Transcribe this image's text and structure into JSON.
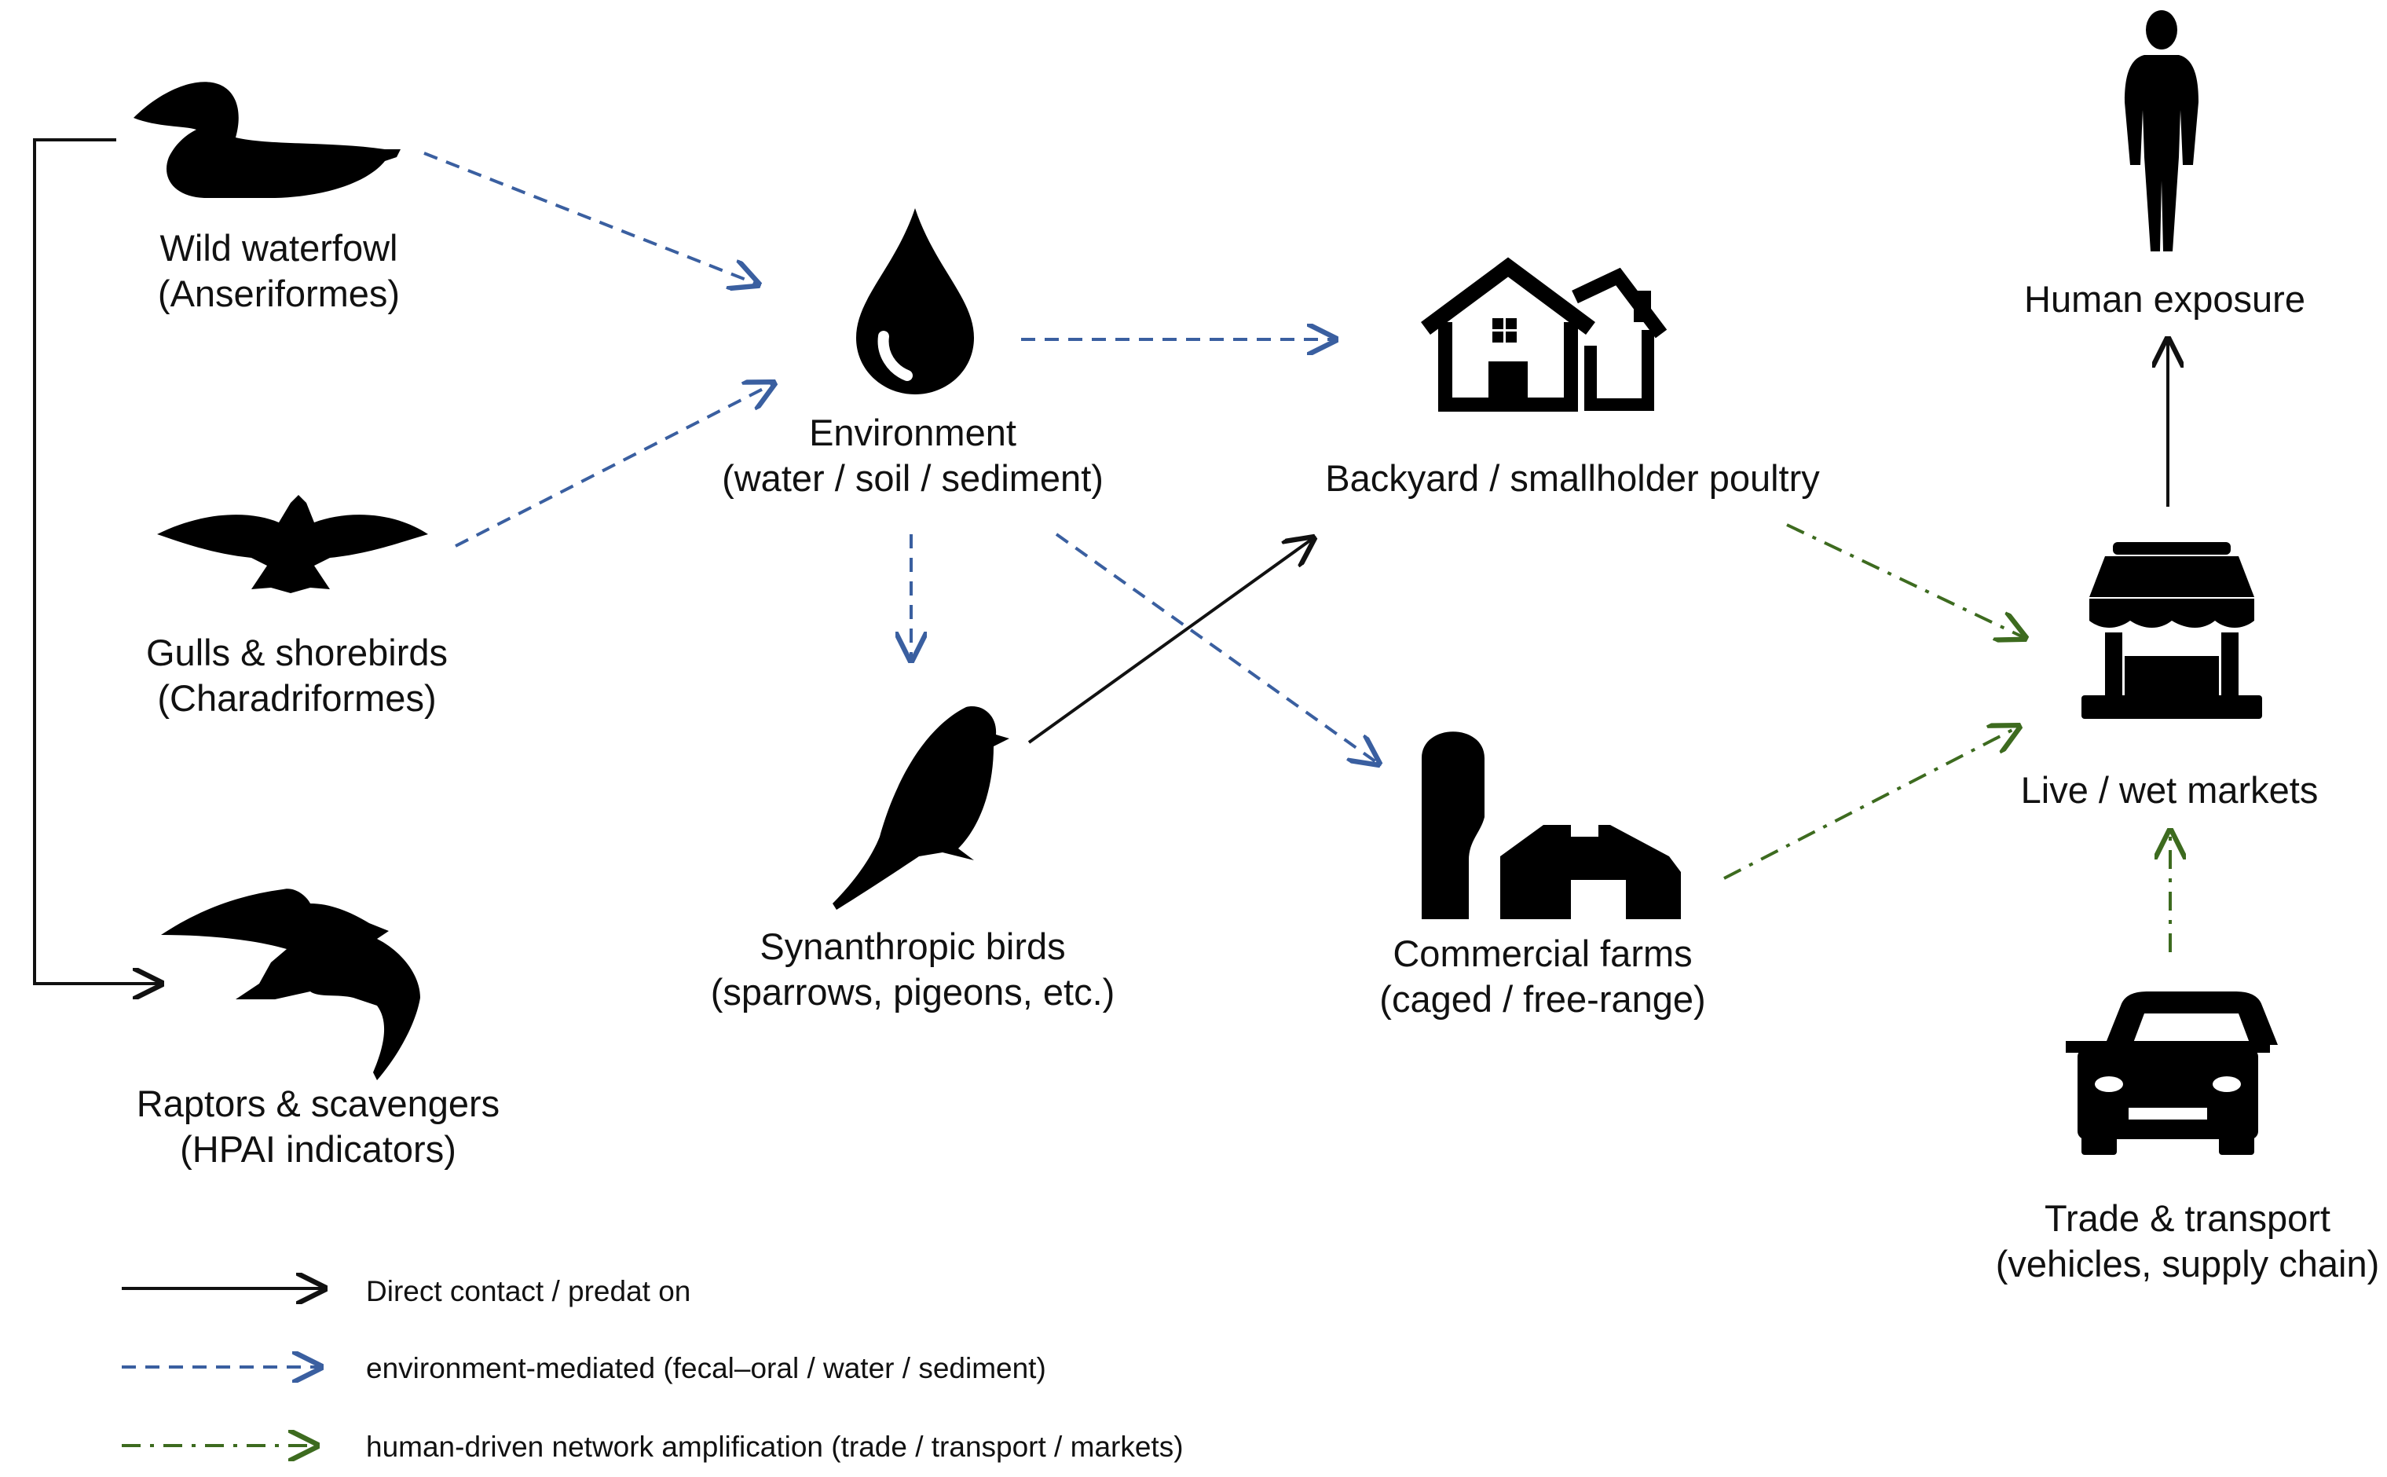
{
  "nodes": {
    "wild_waterfowl": {
      "line1": "Wild waterfowl",
      "line2": "(Anseriformes)",
      "icon": "duck-icon"
    },
    "gulls": {
      "line1": "Gulls & shorebirds",
      "line2": "(Charadriformes)",
      "icon": "gull-icon"
    },
    "raptors": {
      "line1": "Raptors & scavengers",
      "line2": "(HPAI indicators)",
      "icon": "raptor-icon"
    },
    "environment": {
      "line1": "Environment",
      "line2": "(water / soil / sediment)",
      "icon": "water-drop-icon"
    },
    "synanthropic": {
      "line1": "Synanthropic birds",
      "line2": "(sparrows, pigeons, etc.)",
      "icon": "sparrow-icon"
    },
    "backyard": {
      "line1": "Backyard / smallholder poultry",
      "icon": "houses-icon"
    },
    "commercial": {
      "line1": "Commercial farms",
      "line2": "(caged / free-range)",
      "icon": "farm-barn-silo-icon"
    },
    "markets": {
      "line1": "Live / wet markets",
      "icon": "market-stall-icon"
    },
    "human": {
      "line1": "Human exposure",
      "icon": "human-silhouette-icon"
    },
    "trade": {
      "line1": "Trade & transport",
      "line2": "(vehicles, supply chain)",
      "icon": "car-icon"
    }
  },
  "legend": [
    {
      "style": "solid",
      "color": "#111111",
      "label": "Direct contact / predat on"
    },
    {
      "style": "dashed",
      "color": "#3a5fa0",
      "label": "environment-mediated (fecal–oral / water / sediment)"
    },
    {
      "style": "dash-dot",
      "color": "#3d6b1f",
      "label": "human-driven network amplification (trade / transport / markets)"
    }
  ],
  "colors": {
    "solid": "#111111",
    "environment": "#3a5fa0",
    "human_driven": "#3d6b1f"
  }
}
